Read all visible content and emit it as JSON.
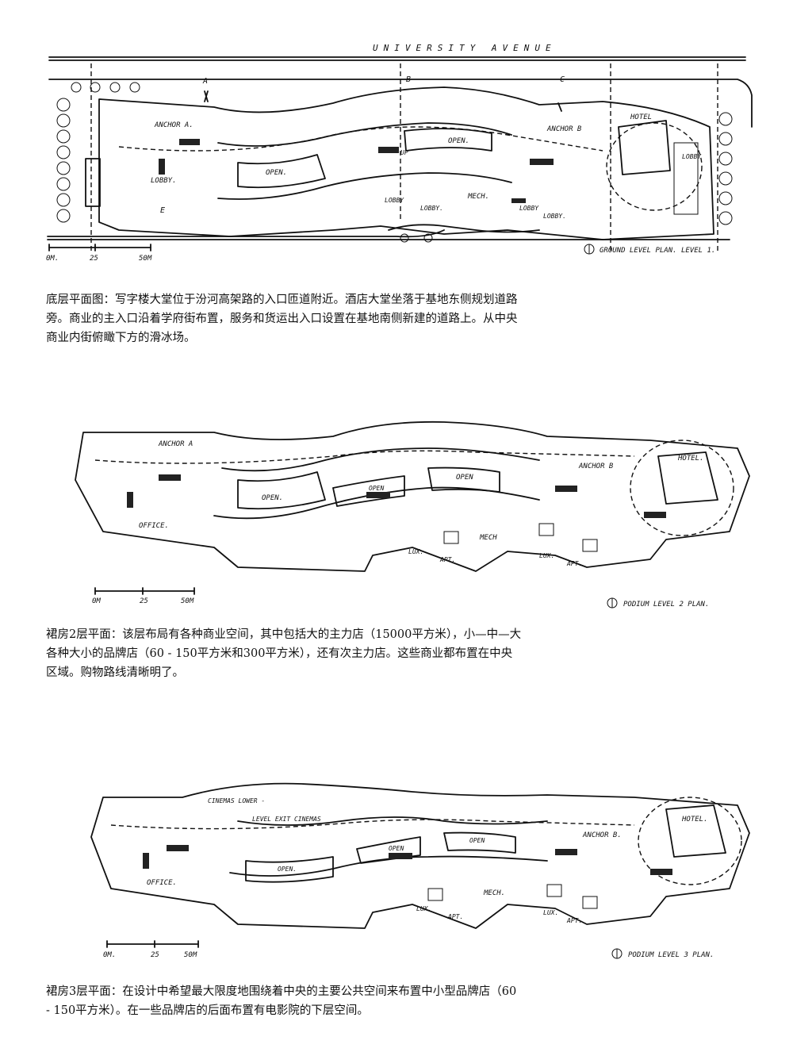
{
  "plan1": {
    "street_label": "UNIVERSITY AVENUE",
    "section_marks": [
      "A",
      "B",
      "C",
      "E"
    ],
    "rooms": {
      "anchor_a": "ANCHOR A.",
      "anchor_b": "ANCHOR B",
      "hotel": "HOTEL",
      "lobby_vertical": "LOBBY",
      "lobby": "LOBBY.",
      "open_1": "OPEN.",
      "open_2": "OPEN.",
      "up": "UP",
      "mech": "MECH.",
      "lobby_lux_1": "LOBBY",
      "lobby_lux_2": "LOBBY.",
      "lobby_apt_1": "LOBBY",
      "lobby_apt_2": "LOBBY."
    },
    "scale": [
      "0M.",
      "25",
      "50M"
    ],
    "plan_title": "GROUND LEVEL PLAN. LEVEL 1."
  },
  "caption1": "底层平面图：写字楼大堂位于汾河高架路的入口匝道附近。酒店大堂坐落于基地东侧规划道路旁。商业的主入口沿着学府街布置，服务和货运出入口设置在基地南侧新建的道路上。从中央商业内街俯瞰下方的滑冰场。",
  "plan2": {
    "rooms": {
      "anchor_a": "ANCHOR A",
      "anchor_b": "ANCHOR B",
      "hotel": "HOTEL.",
      "open_1": "OPEN.",
      "open_2": "OPEN",
      "open_3": "OPEN",
      "offices": "OFFICE.",
      "mech": "MECH",
      "lux_1": "LUX.",
      "apt_1": "APT.",
      "lux_2": "LUX.",
      "apt_2": "APT."
    },
    "scale": [
      "0M",
      "25",
      "50M"
    ],
    "plan_title": "PODIUM LEVEL 2 PLAN."
  },
  "caption2": "裙房2层平面：该层布局有各种商业空间，其中包括大的主力店（15000平方米），小—中—大各种大小的品牌店（60 - 150平方米和300平方米），还有次主力店。这些商业都布置在中央区域。购物路线清晰明了。",
  "plan3": {
    "rooms": {
      "cinemas_1": "CINEMAS LOWER -",
      "cinemas_2": "LEVEL EXIT CINEMAS",
      "anchor_b": "ANCHOR B.",
      "hotel": "HOTEL.",
      "offices": "OFFICE.",
      "open_1": "OPEN",
      "open_2": "OPEN",
      "open_3": "OPEN.",
      "mech": "MECH.",
      "lux_1": "LUX.",
      "apt_1": "APT.",
      "lux_2": "LUX.",
      "apt_2": "APT."
    },
    "scale": [
      "0M.",
      "25",
      "50M"
    ],
    "plan_title": "PODIUM LEVEL 3 PLAN."
  },
  "caption3": "裙房3层平面：在设计中希望最大限度地围绕着中央的主要公共空间来布置中小型品牌店（60 - 150平方米）。在一些品牌店的后面布置有电影院的下层空间。"
}
